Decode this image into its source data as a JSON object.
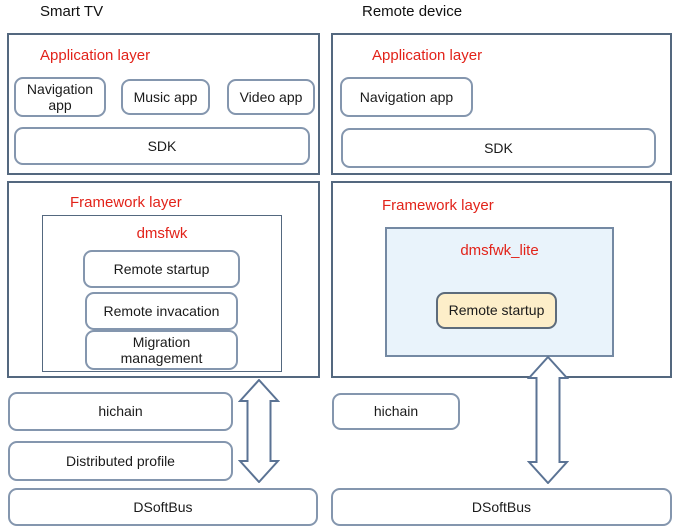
{
  "colors": {
    "accent_red": "#e2231a",
    "outer_border": "#54687f",
    "rounded_border": "#8496ae",
    "lite_fill": "#e9f3fb",
    "lite_border": "#7489a3",
    "highlight_fill": "#fdeec9",
    "highlight_border": "#5d6b7b",
    "arrow_stroke": "#5b7394"
  },
  "smart_tv": {
    "title": "Smart TV",
    "application_layer": {
      "label": "Application layer",
      "apps": [
        "Navigation app",
        "Music app",
        "Video app"
      ],
      "sdk": "SDK"
    },
    "framework_layer": {
      "label": "Framework layer",
      "dmsfwk": {
        "label": "dmsfwk",
        "modules": [
          "Remote startup",
          "Remote invacation",
          "Migration management"
        ]
      }
    },
    "hichain": "hichain",
    "distributed_profile": "Distributed profile",
    "dsoftbus": "DSoftBus"
  },
  "remote_device": {
    "title": "Remote device",
    "application_layer": {
      "label": "Application layer",
      "apps": [
        "Navigation app"
      ],
      "sdk": "SDK"
    },
    "framework_layer": {
      "label": "Framework layer",
      "dmsfwk_lite": {
        "label": "dmsfwk_lite",
        "modules": [
          "Remote startup"
        ]
      }
    },
    "hichain": "hichain",
    "dsoftbus": "DSoftBus"
  }
}
